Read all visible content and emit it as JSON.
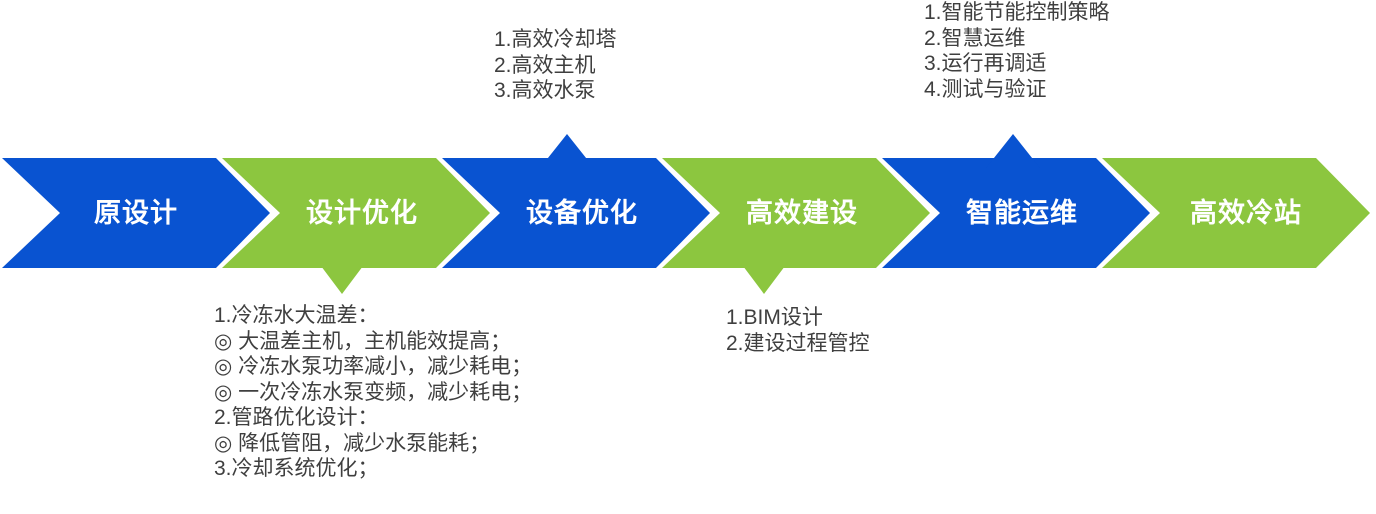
{
  "diagram": {
    "title_semantic": "高效冷站建设流程",
    "colors": {
      "blue": "#0953D1",
      "green": "#8CC63F",
      "note_text": "#3F3F3F",
      "stage_label_text": "#FFFFFF",
      "background": "#FFFFFF"
    },
    "stages": [
      {
        "label": "原设计",
        "color": "#0953D1"
      },
      {
        "label": "设计优化",
        "color": "#8CC63F"
      },
      {
        "label": "设备优化",
        "color": "#0953D1"
      },
      {
        "label": "高效建设",
        "color": "#8CC63F"
      },
      {
        "label": "智能运维",
        "color": "#0953D1"
      },
      {
        "label": "高效冷站",
        "color": "#8CC63F"
      }
    ],
    "notes": {
      "equipment": {
        "lines": [
          "1.高效冷却塔",
          "2.高效主机",
          "3.高效水泵"
        ]
      },
      "operation": {
        "lines": [
          "1.智能节能控制策略",
          "2.智慧运维",
          "3.运行再调适",
          "4.测试与验证"
        ]
      },
      "design": {
        "lines": [
          "1.冷冻水大温差：",
          "◎ 大温差主机，主机能效提高；",
          "◎ 冷冻水泵功率减小，减少耗电；",
          "◎ 一次冷冻水泵变频，减少耗电；",
          "2.管路优化设计：",
          "◎ 降低管阻，减少水泵能耗；",
          "3.冷却系统优化；"
        ]
      },
      "construction": {
        "lines": [
          "1.BIM设计",
          "2.建设过程管控"
        ]
      }
    }
  }
}
